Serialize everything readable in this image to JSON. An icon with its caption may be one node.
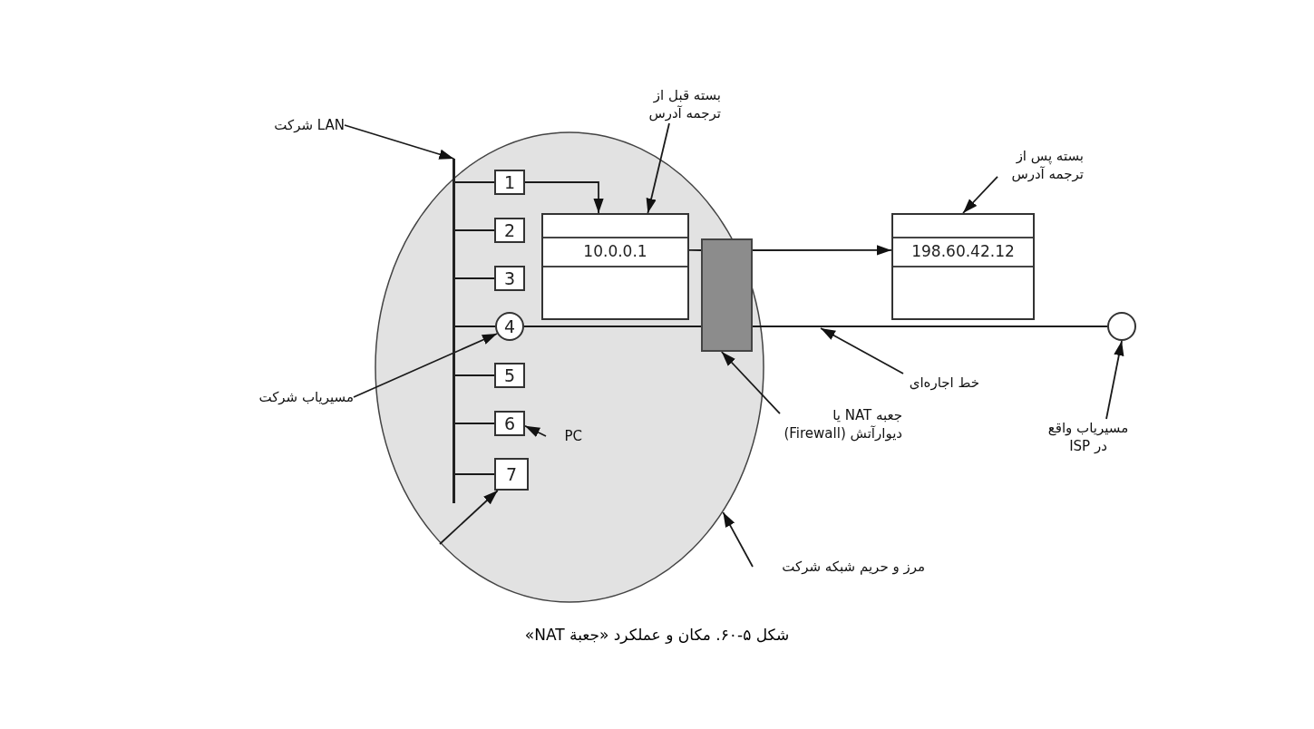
{
  "diagram": {
    "caption": "شکل ۵-۶۰. مکان و عملکرد «جعبة NAT»",
    "nodes": [
      {
        "text": [],
        "shape": "ellipse"
      },
      {
        "text": [],
        "shape": "bar",
        "in": 0
      },
      {
        "text": [
          "1"
        ],
        "in": 0
      },
      {
        "text": [
          "2"
        ],
        "in": 0
      },
      {
        "text": [
          "3"
        ],
        "in": 0
      },
      {
        "text": [
          "4"
        ],
        "in": 0
      },
      {
        "text": [
          "5"
        ],
        "in": 0
      },
      {
        "text": [
          "6"
        ],
        "in": 0
      },
      {
        "text": [
          "7"
        ],
        "in": 0
      },
      {
        "text": [
          "10.0.0.1"
        ],
        "in": 0
      },
      {
        "text": [],
        "shape": "box",
        "in": 0
      },
      {
        "text": [
          "198.60.42.12"
        ]
      },
      {
        "text": [],
        "shape": "circle"
      },
      {
        "text": [
          "LAN شرکت"
        ]
      },
      {
        "text": [
          "بسته قبل از ترجمه آدرس"
        ]
      },
      {
        "text": [
          "بسته پس از ترجمه آدرس"
        ]
      },
      {
        "text": [
          "مسیریاب شرکت"
        ]
      },
      {
        "text": [
          "PC"
        ],
        "in": 0
      },
      {
        "text": [
          "جعبه NAT یا دیوارآتش (Firewall)"
        ]
      },
      {
        "text": [
          "خط اجاره‌ای"
        ]
      },
      {
        "text": [
          "مسیریاب واقع در ISP"
        ]
      },
      {
        "text": [
          "مرز و حریم شبکه شرکت"
        ]
      }
    ],
    "edges": [
      {
        "from": 1,
        "to": 2,
        "arrow": "none"
      },
      {
        "from": 1,
        "to": 3,
        "arrow": "none"
      },
      {
        "from": 1,
        "to": 4,
        "arrow": "none"
      },
      {
        "from": 1,
        "to": 5,
        "arrow": "none"
      },
      {
        "from": 1,
        "to": 6,
        "arrow": "none"
      },
      {
        "from": 1,
        "to": 7,
        "arrow": "none"
      },
      {
        "from": 1,
        "to": 8,
        "arrow": "none"
      },
      {
        "from": 2,
        "to": 9,
        "arrow": "to"
      },
      {
        "from": 9,
        "to": 10,
        "arrow": "none"
      },
      {
        "from": 10,
        "to": 11,
        "arrow": "to"
      },
      {
        "from": 5,
        "to": 10,
        "arrow": "none"
      },
      {
        "from": 10,
        "to": 12,
        "arrow": "none"
      },
      {
        "from": 13,
        "to": 1,
        "arrow": "to"
      },
      {
        "from": 14,
        "to": 9,
        "arrow": "to"
      },
      {
        "from": 15,
        "to": 11,
        "arrow": "to"
      },
      {
        "from": 16,
        "to": 5,
        "arrow": "to"
      },
      {
        "from": 17,
        "to": 7,
        "arrow": "to"
      },
      {
        "from": 18,
        "to": 10,
        "arrow": "to"
      },
      {
        "from": 19,
        "to": null,
        "arrow": "to"
      },
      {
        "from": 20,
        "to": 12,
        "arrow": "to"
      },
      {
        "from": 21,
        "to": 0,
        "arrow": "to"
      },
      {
        "from": null,
        "to": 8,
        "arrow": "to"
      }
    ]
  }
}
